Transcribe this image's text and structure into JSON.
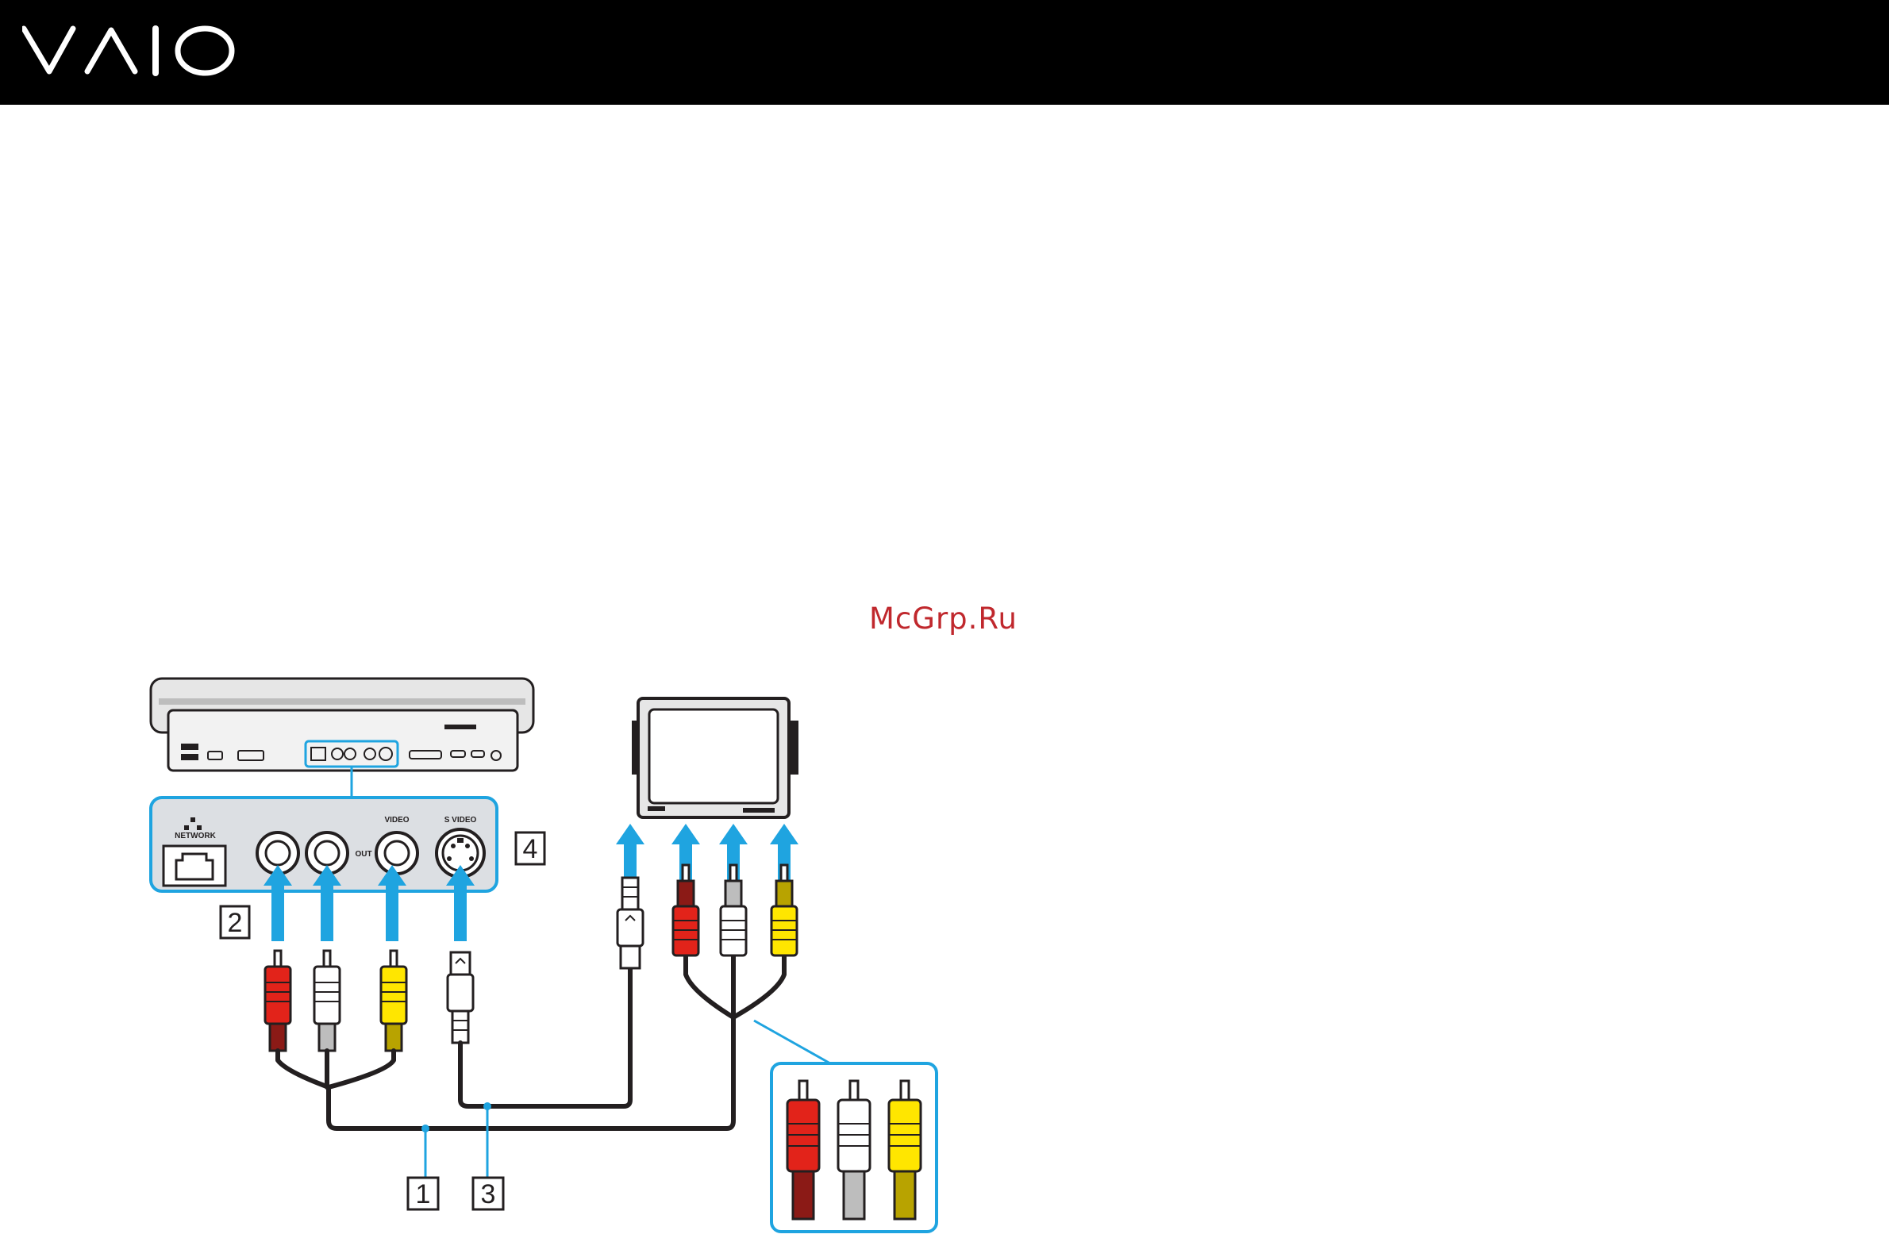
{
  "header": {
    "logo_text": "VAIO",
    "background_color": "#000000"
  },
  "watermark": {
    "text": "McGrp.Ru",
    "color": "#c0282d"
  },
  "diagram": {
    "port_labels": {
      "network": "NETWORK",
      "out": "OUT",
      "video": "VIDEO",
      "s_video": "S VIDEO"
    },
    "callouts": [
      "1",
      "2",
      "3",
      "4"
    ],
    "colors": {
      "accent_blue": "#1fa4e0",
      "panel_fill": "#dcdfe3",
      "plug_red": "#e2231a",
      "plug_white": "#ffffff",
      "plug_yellow": "#ffe600",
      "cable": "#231f20"
    }
  }
}
